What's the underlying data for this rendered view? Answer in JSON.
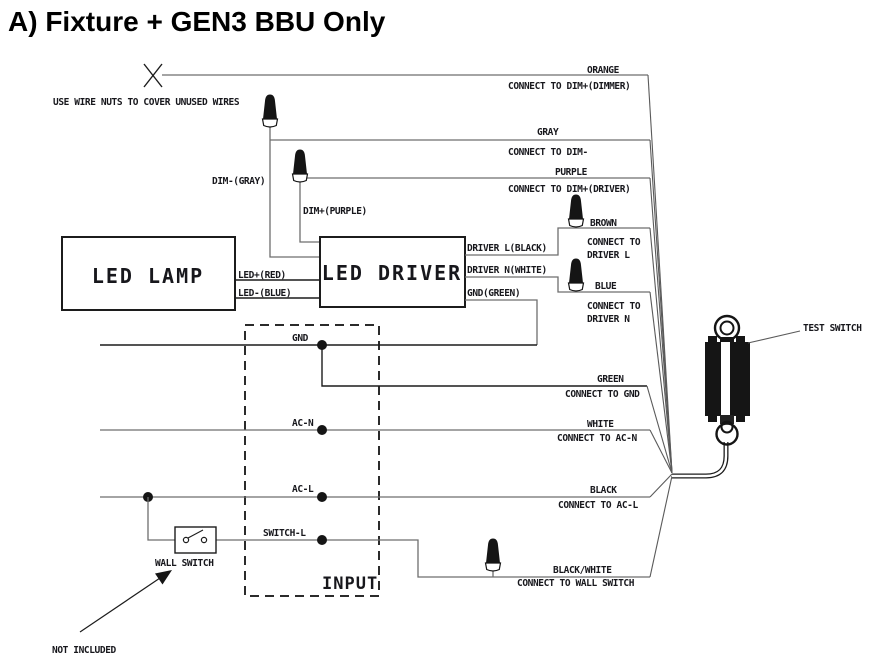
{
  "title": "A) Fixture + GEN3 BBU Only",
  "notes": {
    "wire_nuts": "USE WIRE NUTS TO COVER UNUSED WIRES",
    "not_included": "NOT INCLUDED"
  },
  "components": {
    "led_lamp": "LED LAMP",
    "led_driver": "LED DRIVER",
    "input_box": "INPUT",
    "wall_switch": "WALL SWITCH",
    "test_switch": "TEST SWITCH"
  },
  "driver_labels": {
    "dim_minus": "DIM-(GRAY)",
    "dim_plus": "DIM+(PURPLE)",
    "led_plus": "LED+(RED)",
    "led_minus": "LED-(BLUE)",
    "driver_l": "DRIVER L(BLACK)",
    "driver_n": "DRIVER N(WHITE)",
    "gnd": "GND(GREEN)"
  },
  "input_labels": {
    "gnd": "GND",
    "ac_n": "AC-N",
    "ac_l": "AC-L",
    "switch_l": "SWITCH-L"
  },
  "wires": [
    {
      "color": "ORANGE",
      "connect": "CONNECT TO DIM+(DIMMER)"
    },
    {
      "color": "GRAY",
      "connect": "CONNECT TO DIM-"
    },
    {
      "color": "PURPLE",
      "connect": "CONNECT TO DIM+(DRIVER)"
    },
    {
      "color": "BROWN",
      "connect": "CONNECT TO",
      "connect2": "DRIVER L"
    },
    {
      "color": "BLUE",
      "connect": "CONNECT TO",
      "connect2": "DRIVER N"
    },
    {
      "color": "GREEN",
      "connect": "CONNECT TO GND"
    },
    {
      "color": "WHITE",
      "connect": "CONNECT TO AC-N"
    },
    {
      "color": "BLACK",
      "connect": "CONNECT TO AC-L"
    },
    {
      "color": "BLACK/WHITE",
      "connect": "CONNECT TO WALL SWITCH"
    }
  ],
  "colors": {
    "ink": "#1c1c1c",
    "wire_gray": "#6e6e6e",
    "background": "#ffffff"
  }
}
